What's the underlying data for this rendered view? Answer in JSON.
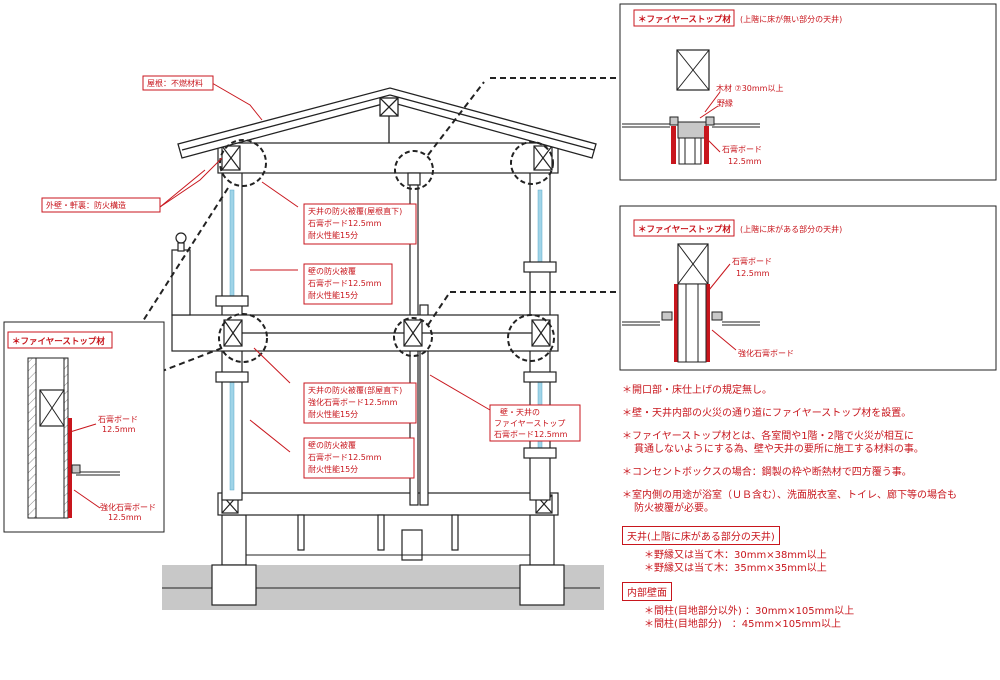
{
  "labels": {
    "roof": "屋根：不燃材料",
    "wall_eaves": "外壁・軒裏：防火構造",
    "ceiling_roof": [
      "天井の防火被覆(屋根直下)",
      "石膏ボード12.5mm",
      "耐火性能15分"
    ],
    "wall_upper": [
      "壁の防火被覆",
      "石膏ボード12.5mm",
      "耐火性能15分"
    ],
    "ceiling_room": [
      "天井の防火被覆(部屋直下)",
      "強化石膏ボード12.5mm",
      "耐火性能15分"
    ],
    "wall_lower": [
      "壁の防火被覆",
      "石膏ボード12.5mm",
      "耐火性能15分"
    ],
    "firestop": [
      "壁・天井の",
      "ファイヤーストップ",
      "石膏ボード12.5mm"
    ]
  },
  "detail_top": {
    "title": "＊ファイヤーストップ材",
    "subtitle": "(上階に床が無い部分の天井)",
    "wood": "木材 ⑦30mm以上",
    "batten": "野縁",
    "board": [
      "石膏ボード",
      "12.5mm"
    ]
  },
  "detail_mid": {
    "title": "＊ファイヤーストップ材",
    "subtitle": "(上階に床がある部分の天井)",
    "board": [
      "石膏ボード",
      "12.5mm"
    ],
    "board2": "強化石膏ボード"
  },
  "detail_left": {
    "title": "＊ファイヤーストップ材",
    "board": [
      "石膏ボード",
      "12.5mm"
    ],
    "board2": [
      "強化石膏ボード",
      "12.5mm"
    ]
  },
  "notes": [
    "＊開口部・床仕上げの規定無し。",
    "＊壁・天井内部の火災の通り道にファイヤーストップ材を設置。",
    "＊ファイヤーストップ材とは、各室間や1階・2階で火災が相互に",
    "貫通しないようにする為、壁や天井の要所に施工する材料の事。",
    "＊コンセントボックスの場合：鋼製の枠や断熱材で四方覆う事。",
    "＊室内側の用途が浴室（ＵＢ含む）、洗面脱衣室、トイレ、廊下等の場合も",
    "防火被覆が必要。"
  ],
  "ceiling_section": {
    "title": "天井(上階に床がある部分の天井)",
    "items": [
      "＊野縁又は当て木：30mm×38mm以上",
      "＊野縁又は当て木：35mm×35mm以上"
    ]
  },
  "wall_section": {
    "title": "内部壁面",
    "items": [
      "＊間柱(目地部分以外) ：30mm×105mm以上",
      "＊間柱(目地部分)　：45mm×105mm以上"
    ]
  },
  "colors": {
    "accent": "#c8161d",
    "ground": "#c8c8c8",
    "glass": "#9fd4e8"
  }
}
